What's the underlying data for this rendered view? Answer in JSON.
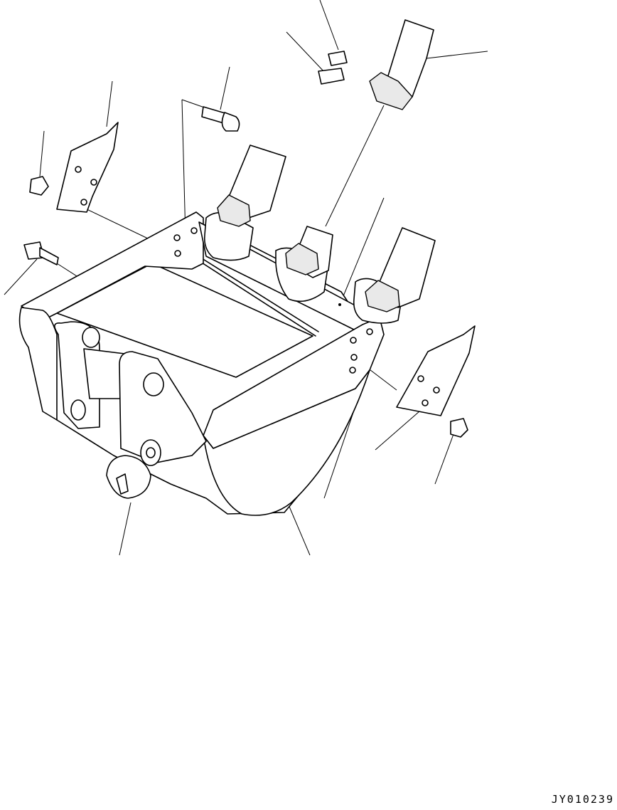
{
  "drawing": {
    "code": "JY010239",
    "parts": [
      "bucket",
      "tooth",
      "adapter",
      "tooth-pin",
      "lock-pin",
      "side-cutter",
      "bolt",
      "nut",
      "bucket-pin",
      "lifting-eye"
    ]
  }
}
